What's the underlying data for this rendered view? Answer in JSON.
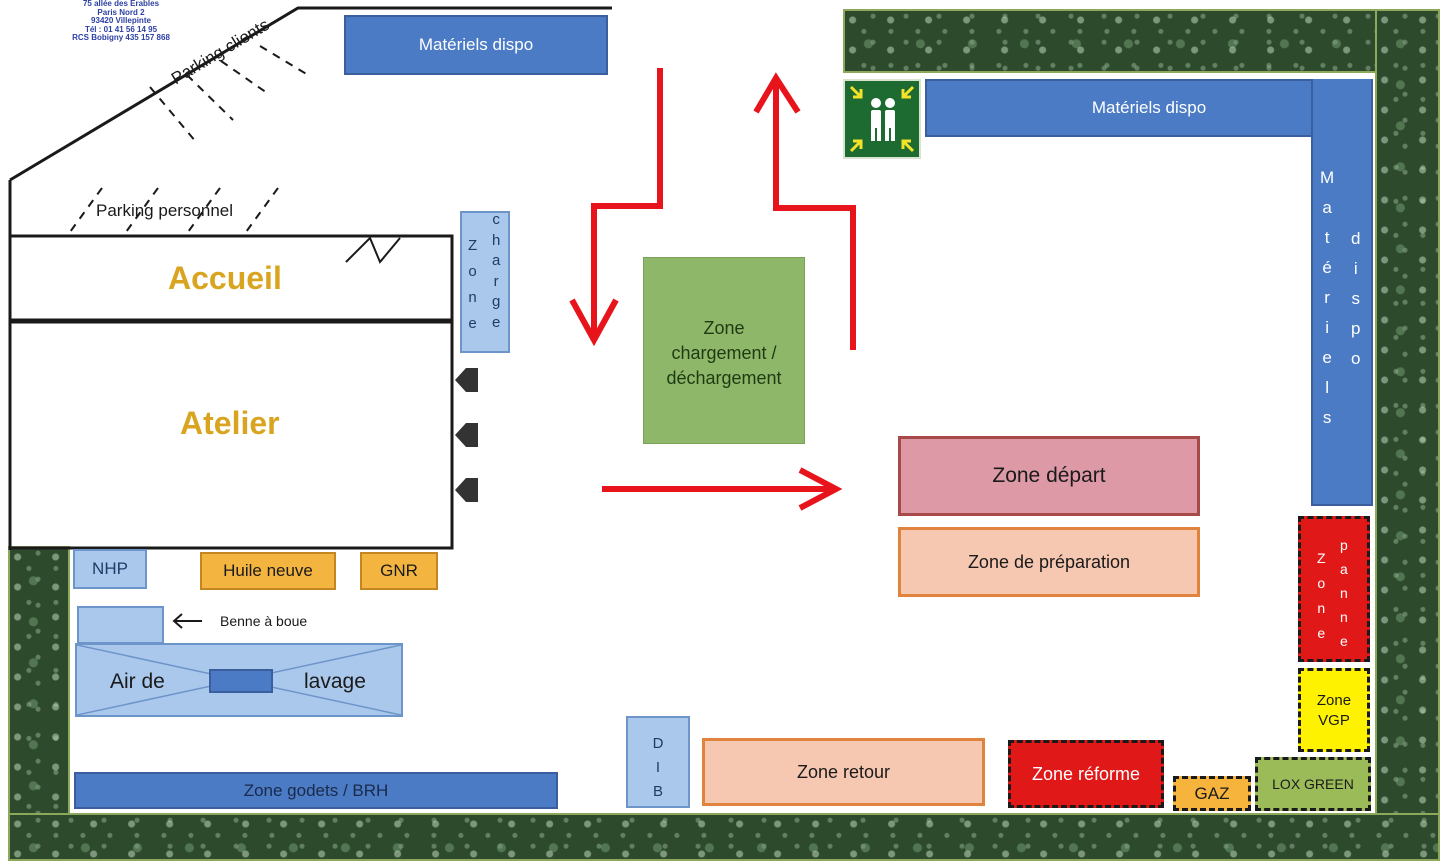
{
  "company_block": [
    "75 allée des Erables",
    "Paris Nord 2",
    "93420 Villepinte",
    "Tél : 01 41 56 14 95",
    "RCS Bobigny 435 157 868"
  ],
  "parking": {
    "clients": "Parking clients",
    "personnel": "Parking personnel"
  },
  "buildings": {
    "accueil": "Accueil",
    "atelier": "Atelier"
  },
  "zones": {
    "materiels_top_left": "Matériels dispo",
    "materiels_top_right": "Matériels dispo",
    "materiels_vertical_col1": [
      "M",
      "a",
      "t",
      "é",
      "r",
      "i",
      "e",
      "l",
      "s"
    ],
    "materiels_vertical_col2": [
      "d",
      "i",
      "s",
      "p",
      "o"
    ],
    "zone_charge_col1": [
      "Z",
      "o",
      "n",
      "e"
    ],
    "zone_charge_col2": [
      "c",
      "h",
      "a",
      "r",
      "g",
      "e"
    ],
    "chargement": [
      "Zone",
      "chargement /",
      "déchargement"
    ],
    "depart": "Zone départ",
    "preparation": "Zone de préparation",
    "panne_col1": [
      "Z",
      "o",
      "n",
      "e"
    ],
    "panne_col2": [
      "p",
      "a",
      "n",
      "n",
      "e"
    ],
    "vgp": [
      "Zone",
      "VGP"
    ],
    "lox": "LOX GREEN",
    "gaz": "GAZ",
    "reforme": "Zone réforme",
    "retour": "Zone retour",
    "dib": [
      "D",
      "I",
      "B"
    ],
    "godets": "Zone godets / BRH",
    "nhp": "NHP",
    "huile": "Huile neuve",
    "gnr": "GNR",
    "benne": "Benne à boue",
    "air_de": "Air de",
    "lavage": "lavage"
  },
  "colors": {
    "route_arrows": "#e8141b",
    "storage_blue": "#4a7bc4",
    "hedge_green": "#2d4a2c",
    "title_gold": "#d9a521"
  },
  "icons": [
    "assembly-point-icon",
    "entrance-arrow-icon"
  ]
}
